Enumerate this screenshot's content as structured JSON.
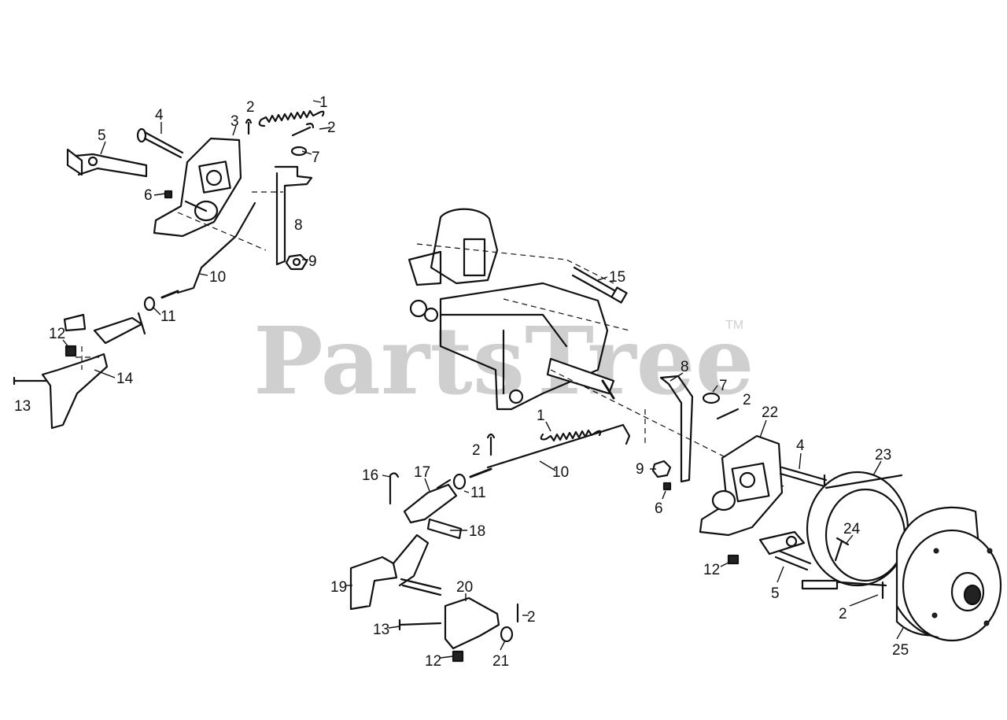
{
  "watermark": {
    "text": "PartsTree",
    "mark": "TM"
  },
  "callouts": [
    {
      "id": "c1a",
      "text": "1"
    },
    {
      "id": "c2a",
      "text": "2"
    },
    {
      "id": "c2b",
      "text": "2"
    },
    {
      "id": "c3",
      "text": "3"
    },
    {
      "id": "c4a",
      "text": "4"
    },
    {
      "id": "c5a",
      "text": "5"
    },
    {
      "id": "c6a",
      "text": "6"
    },
    {
      "id": "c7a",
      "text": "7"
    },
    {
      "id": "c8a",
      "text": "8"
    },
    {
      "id": "c9a",
      "text": "9"
    },
    {
      "id": "c10a",
      "text": "10"
    },
    {
      "id": "c11a",
      "text": "11"
    },
    {
      "id": "c12a",
      "text": "12"
    },
    {
      "id": "c13a",
      "text": "13"
    },
    {
      "id": "c14",
      "text": "14"
    },
    {
      "id": "c15",
      "text": "15"
    },
    {
      "id": "c8b",
      "text": "8"
    },
    {
      "id": "c7b",
      "text": "7"
    },
    {
      "id": "c2c",
      "text": "2"
    },
    {
      "id": "c1b",
      "text": "1"
    },
    {
      "id": "c22",
      "text": "22"
    },
    {
      "id": "c4b",
      "text": "4"
    },
    {
      "id": "c23",
      "text": "23"
    },
    {
      "id": "c2d",
      "text": "2"
    },
    {
      "id": "c10b",
      "text": "10"
    },
    {
      "id": "c16",
      "text": "16"
    },
    {
      "id": "c17",
      "text": "17"
    },
    {
      "id": "c11b",
      "text": "11"
    },
    {
      "id": "c9b",
      "text": "9"
    },
    {
      "id": "c6b",
      "text": "6"
    },
    {
      "id": "c18",
      "text": "18"
    },
    {
      "id": "c24",
      "text": "24"
    },
    {
      "id": "c12b",
      "text": "12"
    },
    {
      "id": "c19",
      "text": "19"
    },
    {
      "id": "c20",
      "text": "20"
    },
    {
      "id": "c5b",
      "text": "5"
    },
    {
      "id": "c2e",
      "text": "2"
    },
    {
      "id": "c2f",
      "text": "2"
    },
    {
      "id": "c13b",
      "text": "13"
    },
    {
      "id": "c12c",
      "text": "12"
    },
    {
      "id": "c21",
      "text": "21"
    },
    {
      "id": "c25",
      "text": "25"
    }
  ]
}
